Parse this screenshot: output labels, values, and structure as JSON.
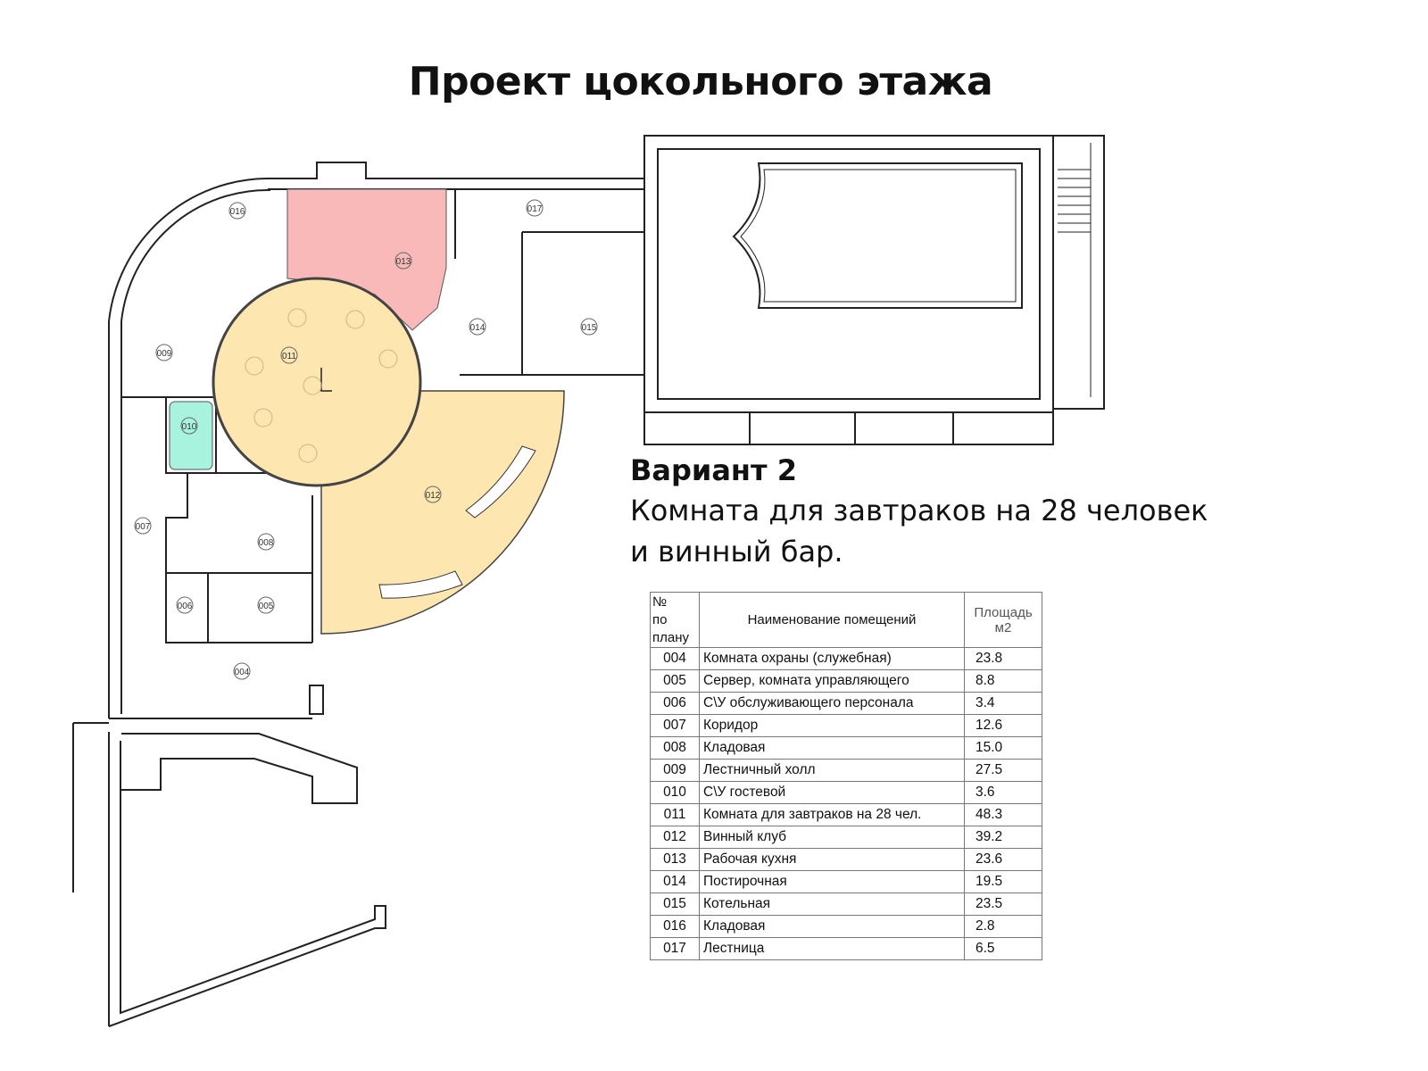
{
  "title": "Проект цокольного этажа",
  "variant": {
    "heading": "Вариант 2",
    "line1": "Комната для завтраков на 28 человек",
    "line2": "и винный бар."
  },
  "plan": {
    "room_labels": [
      "004",
      "005",
      "006",
      "007",
      "008",
      "009",
      "010",
      "011",
      "012",
      "013",
      "014",
      "015",
      "016",
      "017"
    ],
    "colors": {
      "kitchen": "#f9b9b9",
      "breakfast": "#fde6b0",
      "wc": "#a7f3de"
    }
  },
  "table": {
    "headers": {
      "no": "№ по плану",
      "no_line1": "№",
      "no_line2": "по",
      "no_line3": "плану",
      "name": "Наименование помещений",
      "area_line1": "Площадь",
      "area_line2": "м2"
    },
    "rows": [
      {
        "no": "004",
        "name": "Комната охраны (служебная)",
        "area": "23.8"
      },
      {
        "no": "005",
        "name": "Сервер, комната управляющего",
        "area": "8.8"
      },
      {
        "no": "006",
        "name": "С\\У обслуживающего персонала",
        "area": "3.4"
      },
      {
        "no": "007",
        "name": "Коридор",
        "area": "12.6"
      },
      {
        "no": "008",
        "name": "Кладовая",
        "area": "15.0"
      },
      {
        "no": "009",
        "name": "Лестничный холл",
        "area": "27.5"
      },
      {
        "no": "010",
        "name": "С\\У гостевой",
        "area": "3.6"
      },
      {
        "no": "011",
        "name": "Комната для завтраков на 28 чел.",
        "area": "48.3"
      },
      {
        "no": "012",
        "name": "Винный клуб",
        "area": "39.2"
      },
      {
        "no": "013",
        "name": "Рабочая кухня",
        "area": "23.6"
      },
      {
        "no": "014",
        "name": "Постирочная",
        "area": "19.5"
      },
      {
        "no": "015",
        "name": "Котельная",
        "area": "23.5"
      },
      {
        "no": "016",
        "name": "Кладовая",
        "area": "2.8"
      },
      {
        "no": "017",
        "name": "Лестница",
        "area": "6.5"
      }
    ]
  }
}
